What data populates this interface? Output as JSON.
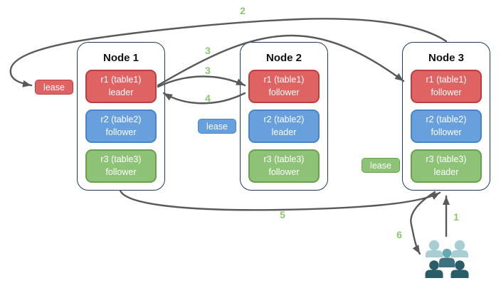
{
  "diagram": {
    "nodes": [
      {
        "title": "Node 1",
        "replicas": [
          {
            "name": "r1 (table1)",
            "role": "leader",
            "color": "red"
          },
          {
            "name": "r2 (table2)",
            "role": "follower",
            "color": "blue"
          },
          {
            "name": "r3 (table3)",
            "role": "follower",
            "color": "green"
          }
        ]
      },
      {
        "title": "Node 2",
        "replicas": [
          {
            "name": "r1 (table1)",
            "role": "follower",
            "color": "red"
          },
          {
            "name": "r2 (table2)",
            "role": "leader",
            "color": "blue"
          },
          {
            "name": "r3 (table3)",
            "role": "follower",
            "color": "green"
          }
        ]
      },
      {
        "title": "Node 3",
        "replicas": [
          {
            "name": "r1 (table1)",
            "role": "follower",
            "color": "red"
          },
          {
            "name": "r2 (table2)",
            "role": "follower",
            "color": "blue"
          },
          {
            "name": "r3 (table3)",
            "role": "leader",
            "color": "green"
          }
        ]
      }
    ],
    "leases": [
      {
        "label": "lease",
        "color": "#e06363",
        "near": "node-1"
      },
      {
        "label": "lease",
        "color": "#68a0dd",
        "near": "node-2"
      },
      {
        "label": "lease",
        "color": "#8ec377",
        "near": "node-3"
      }
    ],
    "step_labels": [
      {
        "text": "2"
      },
      {
        "text": "3"
      },
      {
        "text": "3"
      },
      {
        "text": "4"
      },
      {
        "text": "5"
      },
      {
        "text": "6"
      },
      {
        "text": "1"
      }
    ],
    "clients_icon": "users-group-icon"
  },
  "colors": {
    "replica_red": "#e06363",
    "replica_red_border": "#bc3f3f",
    "replica_blue": "#68a0dd",
    "replica_blue_border": "#4984c6",
    "replica_green": "#8ec377",
    "replica_green_border": "#67a24f",
    "node_border": "#22395f",
    "arrow": "#58595b",
    "step_number": "#8cc76f",
    "people_light": "#a6ced3",
    "people_mid": "#63a9b2",
    "people_mid_body": "#3f7080",
    "people_dark": "#2b5d69"
  }
}
